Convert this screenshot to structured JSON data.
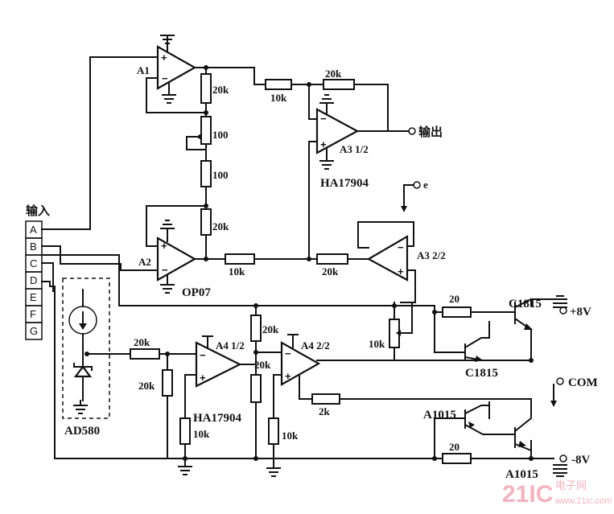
{
  "labels": {
    "input": "输入",
    "output": "输出",
    "pins": [
      "A",
      "B",
      "C",
      "D",
      "E",
      "F",
      "G"
    ],
    "a1": "A1",
    "a2": "A2",
    "a3_1": "A3 1/2",
    "a3_2": "A3 2/2",
    "a4_1": "A4 1/2",
    "a4_2": "A4 2/2",
    "op07": "OP07",
    "ha17904_top": "HA17904",
    "ha17904_bottom": "HA17904",
    "ad580": "AD580",
    "r_20k_a1": "20k",
    "r_100_trim": "100",
    "r_100": "100",
    "r_20k_a2": "20k",
    "r_10k_top": "10k",
    "r_20k_fb": "20k",
    "r_10k_a2out": "10k",
    "r_20k_a3in": "20k",
    "r_20_top": "20",
    "c1815_right": "C1815",
    "c1815_left": "C1815",
    "plus8v": "+8V",
    "pot_10k": "10k",
    "r_20k_ref": "20k",
    "r_20k_div": "20k",
    "r_20k_a4fb": "20k",
    "r_20k_a4in": "20k",
    "r_10k_a4": "10k",
    "r_10k_a42": "10k",
    "r_2k": "2k",
    "a1015_top": "A1015",
    "a1015_bottom": "A1015",
    "r_20_bottom": "20",
    "com": "COM",
    "minus8v": "-8V",
    "e": "e",
    "watermark": "21IC",
    "watermark_cn": "电子网",
    "watermark_url": "www.21ic.com"
  },
  "colors": {
    "ink": "#111111",
    "watermark": "#f2a7b6"
  }
}
